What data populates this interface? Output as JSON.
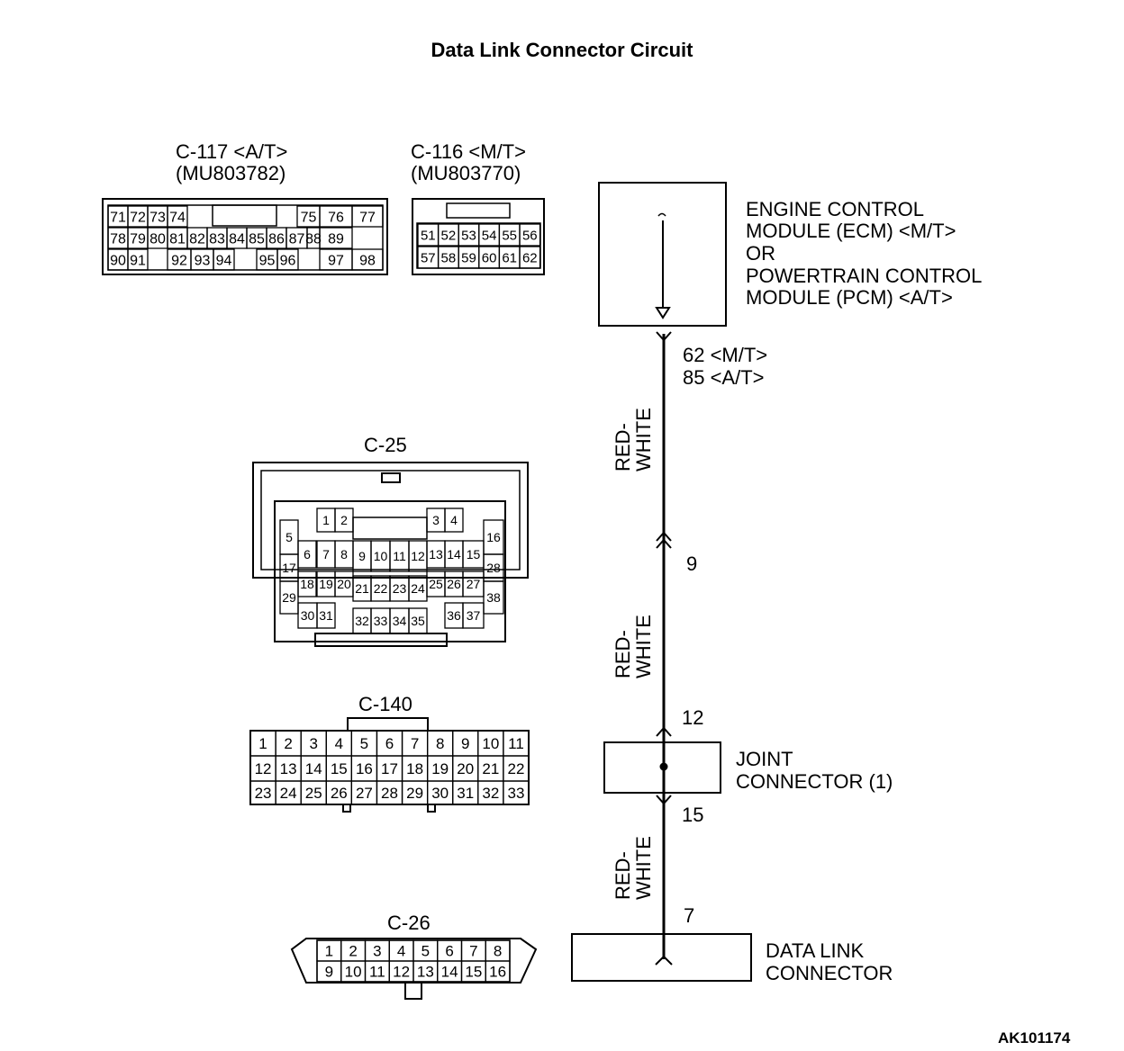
{
  "title": "Data Link Connector Circuit",
  "footer_code": "AK101174",
  "connectors": {
    "c117": {
      "name": "C-117 <A/T>",
      "part": "(MU803782)",
      "row1": [
        "71",
        "72",
        "73",
        "74",
        "75",
        "76",
        "77"
      ],
      "row2": [
        "78",
        "79",
        "80",
        "81",
        "82",
        "83",
        "84",
        "85",
        "86",
        "87",
        "88",
        "89"
      ],
      "row3": [
        "90",
        "91",
        "92",
        "93",
        "94",
        "95",
        "96",
        "97",
        "98"
      ]
    },
    "c116": {
      "name": "C-116 <M/T>",
      "part": "(MU803770)",
      "row1": [
        "51",
        "52",
        "53",
        "54",
        "55",
        "56"
      ],
      "row2": [
        "57",
        "58",
        "59",
        "60",
        "61",
        "62"
      ]
    },
    "c25": {
      "name": "C-25",
      "pins": [
        "1",
        "2",
        "3",
        "4",
        "5",
        "6",
        "7",
        "8",
        "9",
        "10",
        "11",
        "12",
        "13",
        "14",
        "15",
        "16",
        "17",
        "18",
        "19",
        "20",
        "21",
        "22",
        "23",
        "24",
        "25",
        "26",
        "27",
        "28",
        "29",
        "30",
        "31",
        "32",
        "33",
        "34",
        "35",
        "36",
        "37",
        "38"
      ]
    },
    "c140": {
      "name": "C-140",
      "row1": [
        "1",
        "2",
        "3",
        "4",
        "5",
        "6",
        "7",
        "8",
        "9",
        "10",
        "11"
      ],
      "row2": [
        "12",
        "13",
        "14",
        "15",
        "16",
        "17",
        "18",
        "19",
        "20",
        "21",
        "22"
      ],
      "row3": [
        "23",
        "24",
        "25",
        "26",
        "27",
        "28",
        "29",
        "30",
        "31",
        "32",
        "33"
      ]
    },
    "c26": {
      "name": "C-26",
      "row1": [
        "1",
        "2",
        "3",
        "4",
        "5",
        "6",
        "7",
        "8"
      ],
      "row2": [
        "9",
        "10",
        "11",
        "12",
        "13",
        "14",
        "15",
        "16"
      ]
    }
  },
  "circuit": {
    "ecm": {
      "lines": [
        "ENGINE CONTROL",
        "MODULE (ECM) <M/T>",
        "OR",
        "POWERTRAIN CONTROL",
        "MODULE (PCM) <A/T>"
      ],
      "pin_mt": "62 <M/T>",
      "pin_at": "85 <A/T>"
    },
    "wire_color": [
      "RED-",
      "WHITE"
    ],
    "pin_9": "9",
    "pin_12": "12",
    "pin_15": "15",
    "pin_7": "7",
    "joint": [
      "JOINT",
      "CONNECTOR (1)"
    ],
    "dlc": [
      "DATA LINK",
      "CONNECTOR"
    ]
  }
}
